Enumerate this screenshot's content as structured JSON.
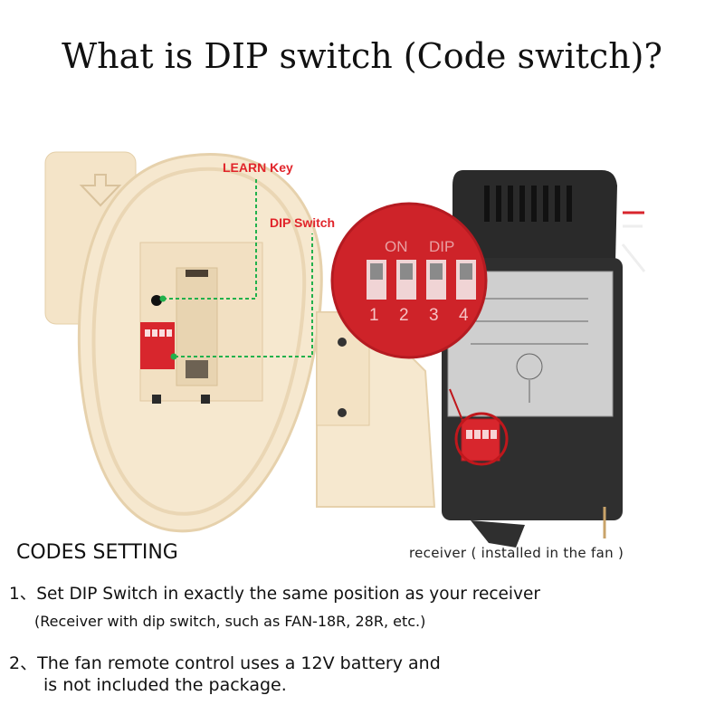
{
  "title": "What is DIP switch (Code switch)?",
  "labels": {
    "learn_key": "LEARN Key",
    "dip_switch": "DIP Switch",
    "receiver_caption": "receiver ( installed  in the fan )"
  },
  "codes": {
    "heading": "CODES SETTING",
    "step1": "1、Set DIP Switch in exactly the same position as your receiver",
    "step1_note": "(Receiver with dip switch, such as FAN-18R, 28R, etc.)",
    "step2": "2、The fan remote control uses a 12V battery and",
    "step2_cont": "is not included the package."
  },
  "switch": {
    "on_label": "ON",
    "dip_label": "DIP",
    "numbers": [
      "1",
      "2",
      "3",
      "4"
    ]
  },
  "colors": {
    "remote_body": "#f5e6cc",
    "remote_edge": "#e8d3b0",
    "dip_red": "#d8262d",
    "callout_green": "#22b14c",
    "receiver_black": "#2a2a2a",
    "label_gray": "#cfcfcf"
  }
}
